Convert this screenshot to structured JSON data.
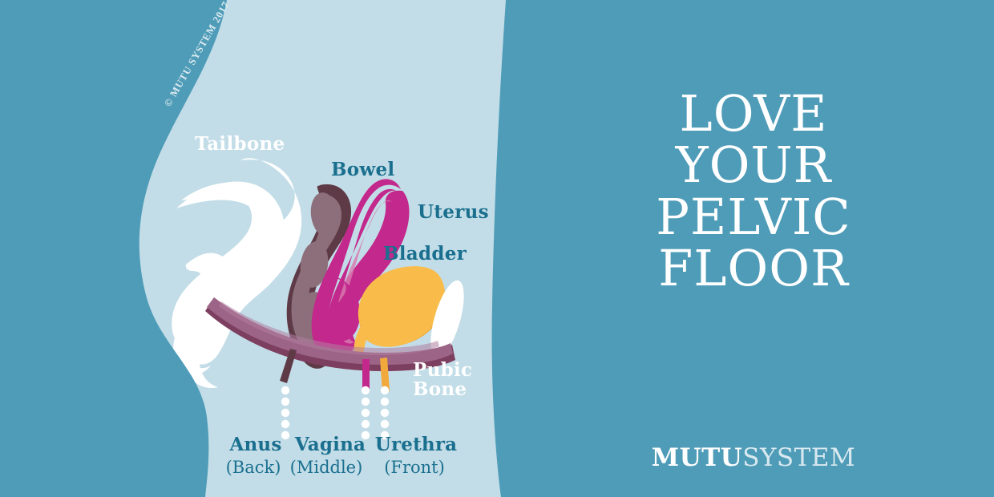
{
  "meta": {
    "copyright": "© MUTU SYSTEM 2017"
  },
  "colors": {
    "background_teal": "#4f9cb8",
    "body_silhouette": "#c2dde7",
    "label_teal": "#1a6f8f",
    "label_white": "#ffffff",
    "bone_white": "#ffffff",
    "bowel_fill": "#8c6f7b",
    "bowel_outline": "#5e3a46",
    "uterus_fill": "#c3288c",
    "uterus_highlight": "#d87ab0",
    "bladder_fill": "#f9bc4a",
    "bladder_outline": "#eda32e",
    "pelvic_floor_muscle": "#9c6486",
    "pelvic_floor_muscle_dark": "#7d3f5f"
  },
  "illustration": {
    "title": "side view cross-section of the female pelvis",
    "labels": [
      {
        "id": "tailbone",
        "text": "Tailbone",
        "color": "white"
      },
      {
        "id": "bowel",
        "text": "Bowel",
        "color": "teal"
      },
      {
        "id": "uterus",
        "text": "Uterus",
        "color": "teal"
      },
      {
        "id": "bladder",
        "text": "Bladder",
        "color": "teal"
      },
      {
        "id": "pubic-bone",
        "text": "Pubic Bone",
        "color": "white",
        "line1": "Pubic",
        "line2": "Bone"
      }
    ],
    "openings": [
      {
        "name": "Anus",
        "position": "(Back)"
      },
      {
        "name": "Vagina",
        "position": "(Middle)"
      },
      {
        "name": "Urethra",
        "position": "(Front)"
      }
    ]
  },
  "headline": {
    "line1": "LOVE",
    "line2": "YOUR",
    "line3": "PELVIC",
    "line4": "FLOOR",
    "full": "LOVE YOUR PELVIC FLOOR"
  },
  "logo": {
    "word1": "MUTU",
    "word2": "SYSTEM",
    "full": "MUTU SYSTEM"
  }
}
